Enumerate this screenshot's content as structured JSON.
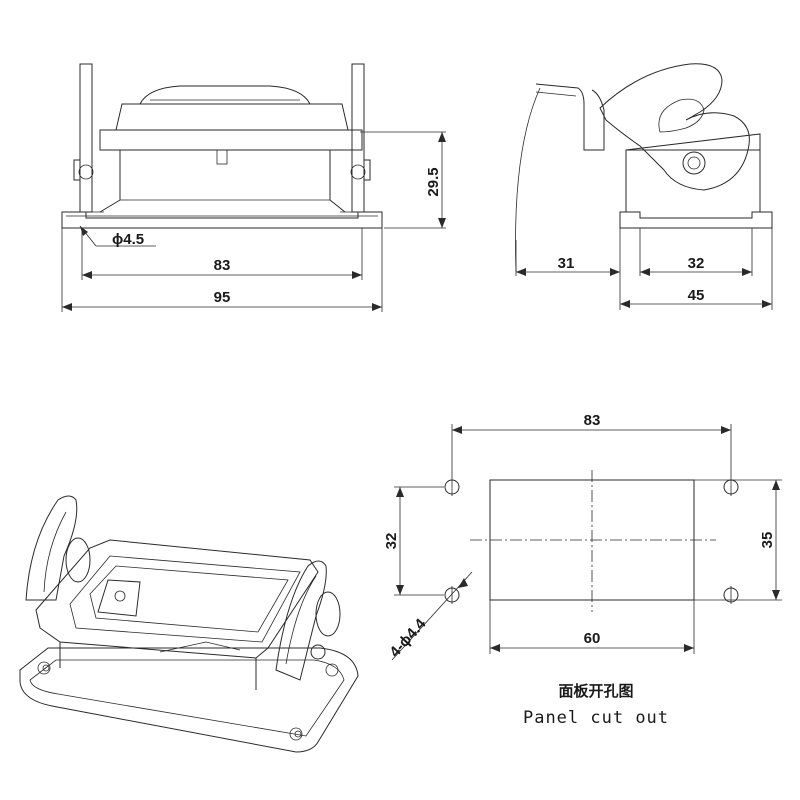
{
  "front_view": {
    "hole_label": "ϕ4.5",
    "height_label": "29.5",
    "inner_width_label": "83",
    "overall_width_label": "95"
  },
  "side_view": {
    "offset_label": "31",
    "mount_pitch_label": "32",
    "depth_label": "45"
  },
  "panel_cutout": {
    "hole_pitch_x_label": "83",
    "hole_pitch_y_label": "32",
    "cutout_width_label": "60",
    "cutout_height_label": "35",
    "hole_spec_label": "4-ϕ4.4",
    "caption_cn": "面板开孔图",
    "caption_en": "Panel cut out"
  }
}
